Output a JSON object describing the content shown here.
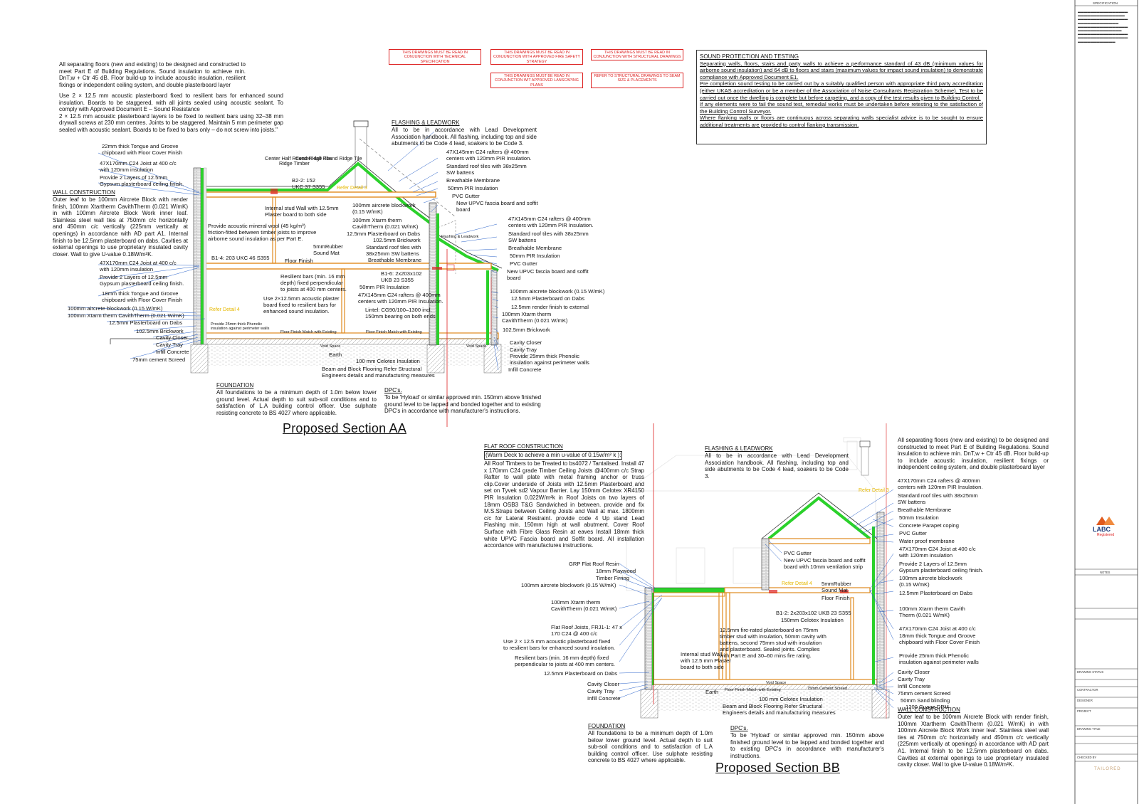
{
  "section_aa": {
    "title": "Proposed Section AA",
    "intro_1": "All separating floors (new and existing) to be designed and constructed to meet Part E of Building Regulations. Sound insulation to achieve min. DnT,w + Ctr 45 dB. Floor build-up to include acoustic insulation, resilient fixings or independent ceiling system, and double plasterboard layer",
    "intro_2": "Use 2 × 12.5 mm acoustic plasterboard fixed to resilient bars for enhanced sound insulation. Boards to be staggered, with all joints sealed using acoustic sealant. To comply with Approved Document E – Sound Resistance\n2 × 12.5 mm acoustic plasterboard layers to be fixed to resilient bars using 32–38 mm drywall screws at 230 mm centres. Joints to be staggered. Maintain 5 mm perimeter gap sealed with acoustic sealant. Boards to be fixed to bars only – do not screw into joists.\"",
    "wall_construction_title": "WALL CONSTRUCTION",
    "wall_construction_text": "Outer leaf to be 100mm Aircrete Block with render finish, 100mm Xtartherm CavithTherm (0.021 W/mK) in with 100mm Aircrete Block Work inner leaf. Stainless steel wall ties at 750mm c/c horizontally and 450mm c/c vertically (225mm vertically at openings) in accordance with AD part A1. Internal finish to be 12.5mm plasterboard on dabs. Cavities at external openings to use proprietary insulated cavity closer. Wall to give U-value 0.18W/m²K.",
    "flashing_title": "FLASHING & LEADWORK",
    "flashing_text": "All to be in accordance with Lead Development Association handbook. All flashing, including top and side abutments to be Code 4 lead, soakers to be Code 3.",
    "foundation_title": "FOUNDATION",
    "foundation_text": "All foundations to be a minimum depth of 1.0m below lower ground level. Actual depth to suit sub-soil conditions and to satisfaction of L.A building control officer. Use sulphate resisting concrete to BS 4027 where applicable.",
    "dpc_title": "DPC's.",
    "dpc_text": "To be 'Hyload' or similar approved min. 150mm above finished ground level to be lapped and bonded together and to existing DPC's in accordance with manufacturer's instructions.",
    "refer_detail_3": "Refer Detail 3",
    "refer_detail_4": "Refer Detail 4",
    "labels_left": [
      "Center Half Round Ridge Tile",
      "22mm thick Tongue and Groove\nchipboard with Floor Cover Finish",
      "Center Half Round Ridge Tile",
      "Ridge Timber",
      "47X170mm C24 Joist at 400 c/c\nwith 120mm insulation",
      "Provide 2 Layers of 12.5mm\nGypsum plasterboard ceiling finish.",
      "47X170mm C24 Joist at 400 c/c\nwith 120mm insulation",
      "Provide 2 Layers of 12.5mm\nGypsum plasterboard ceiling finish.",
      "18mm thick Tongue and Groove\nchipboard with Floor Cover Finish",
      "100mm aircrete blockwork (0.15 W/mK)",
      "100mm Xtarm therm CavithTherm (0.021 W/mK)",
      "12.5mm Plasterboard on Dabs",
      "102.5mm Brickwork",
      "Cavity Closer",
      "Cavity Tray",
      "Infill Concrete",
      "75mm cement Screed"
    ],
    "labels_mid": [
      "B2-2: 152\nUKC 37 S355",
      "Internal stud Wall with 12.5mm\nPlaster board to both side",
      "Provide acoustic mineral wool (45 kg/m³)\nfriction-fitted between timber joists to improve\nairborne sound insulation as per Part E.",
      "B1-4: 203 UKC 46 S355",
      "5mmRubber\nSound Mat",
      "Floor Finish",
      "Resilient bars (min. 16 mm\ndepth) fixed perpendicular\nto joists at 400 mm centers.",
      "Use 2×12.5mm acoustic plaster\nboard fixed to resilient bars for\nenhanced sound insulation.",
      "Provide 25mm thick Phenolic\ninsulation against perimeter walls",
      "Floor Finish Match with Existing",
      "Floor Finish Match with Existing",
      "Void Space",
      "Void Space",
      "Earth",
      "100 mm Celotex Insulation",
      "Beam and Block Flooring Refer Structural\nEngineers details and manufacturing measures",
      "100mm aircrete blockwork\n(0.15 W/mK)",
      "100mm Xtarm therm\nCavithTherm (0.021 W/mK)",
      "12.5mm Plasterboard on Dabs",
      "102.5mm Brickwork",
      "Standard roof tiles with\n38x25mm SW battens",
      "Breathable Membrane",
      "B1-6: 2x203x102\nUKB 23 S355",
      "50mm PIR Insulation",
      "47X145mm C24 rafters @ 400mm\ncenters with 120mm PIR Insulation.",
      "Lintel: CG90/100–1300 incl.\n150mm bearing on both ends",
      "Flashing & Leadwork"
    ],
    "labels_right": [
      "47X145mm C24 rafters @ 400mm\ncenters with 120mm PIR Insulation.",
      "Standard roof tiles with 38x25mm\nSW battens",
      "Breathable Membrane",
      "50mm PIR Insulation",
      "PVC Gutter",
      "New UPVC fascia board and soffit\nboard",
      "47X145mm C24 rafters @ 400mm\ncenters with 120mm PIR Insulation.",
      "Standard roof tiles with 38x25mm\nSW battens",
      "Breathable Membrane",
      "50mm PIR Insulation",
      "PVC Gutter",
      "New UPVC fascia board and soffit\nboard",
      "100mm aircrete blockwork (0.15 W/mK)",
      "12.5mm Plasterboard on Dabs",
      "12.5mm render finish to external",
      "100mm Xtarm therm\nCavithTherm (0.021 W/mK)",
      "102.5mm Brickwork",
      "Cavity Closer",
      "Cavity Tray",
      "Provide 25mm thick Phenolic\ninsulation against perimeter walls",
      "Infill Concrete"
    ]
  },
  "red_notes": [
    "THIS DRAWINGS MUST BE READ IN\nCONJUNCTION WITH TECHNICAL\nSPECIFICATION",
    "THIS DRAWINGS MUST BE READ IN\nCONJUNCTION WITH APPROVED FIRE SAFETY\nSTRATEGY",
    "THIS DRAWINGS MUST BE READ IN\nCONJUNCTION WITH STRUCTURAL DRAWINGS",
    "THIS DRAWINGS MUST BE READ IN\nCONJUNCTION WIT APPROVED LANSCAPING\nPLANS",
    "REFER TO STRUCTURAL DRAWINGS TO SEAM\nSIZE & PLACEMENTS"
  ],
  "sound_protection": {
    "title": "SOUND PROTECTION AND TESTING",
    "text": "Separating walls, floors, stairs and party walls to achieve a performance standard of 43 dB (minimum values for airborne sound insulation) and 64 dB to floors and stairs (maximum values for impact sound insulation) to demonstrate compliance with Approved Document E1.\nPre completion sound testing to be carried out by a suitably qualified person with appropriate third party accreditation (either UKAS accreditation or be a member of the Association of Noise Consultants Registration Scheme). Test to be carried out once the dwelling is complete but before carpeting, and a copy of the test results given to Building Control.\nIf any elements were to fail the sound test, remedial works must be undertaken before retesting to the satisfaction of the Building Control Surveyor.\nWhere flanking walls or floors are continuous across separating walls specialist advice is to be sought to ensure additional treatments are provided to control flanking transmission."
  },
  "section_bb": {
    "title": "Proposed Section BB",
    "flat_roof_title": "FLAT ROOF CONSTRUCTION",
    "flat_roof_subtitle": "(Warm Deck to achieve a min u-value of 0.15w/m² k ):",
    "flat_roof_text": "All Roof Timbers to be Treated to bs4072 / Tantalised. Install 47 x 170mm C24 grade Timber Ceiling Joists @400mm c/c Strap Rafter to wall plate with metal framing anchor or truss clip.Cover underside of Joists with 12.5mm Plasterboard and set on Tyvek sd2 Vapour Barrier. Lay 150mm Celotex XR4150 PIR Insulation 0.022W/m²k in Roof Joists on two layers of 18mm OSB3 T&G Sandwiched in between. provide and fix M.S.Straps between Ceiling Joists and Wall at max. 1800mm c/c for Lateral Restraint. provide code 4 Up stand Lead Flashing min. 150mm high at wall abutment. Cover Roof Surface with Fibre Glass Resin at eaves Install 18mm thick white UPVC Fascia board and Soffit board. All installation accordance with manufactures instructions.",
    "flashing_title": "FLASHING & LEADWORK",
    "flashing_text": "All to be in accordance with Lead Development Association handbook. All flashing, including top and side abutments to be Code 4 lead, soakers to be Code 3.",
    "separating_floors_text": "All separating floors (new and existing) to be designed and constructed to meet Part E of Building Regulations. Sound insulation to achieve min. DnT,w + Ctr 45 dB. Floor build-up to include acoustic insulation, resilient fixings or independent ceiling system, and double plasterboard layer",
    "foundation_title": "FOUNDATION",
    "foundation_text": "All foundations to be a minimum depth of 1.0m below lower ground level. Actual depth to suit sub-soil conditions and to satisfaction of L.A building control officer. Use sulphate resisting concrete to BS 4027 where applicable.",
    "dpc_title": "DPC's.",
    "dpc_text": "To be 'Hyload' or similar approved min. 150mm above finished ground level to be lapped and bonded together and to existing DPC's in accordance with manufacturer's instructions.",
    "wall_construction_title": "WALL CONSTRUCTION",
    "wall_construction_text": "Outer leaf to be 100mm Aircrete Block with render finish, 100mm Xtartherm CavithTherm (0.021 W/mK) in with 100mm Aircrete Block Work inner leaf. Stainless steel wall ties at 750mm c/c horizontally and 450mm c/c vertically (225mm vertically at openings) in accordance with AD part A1. Internal finish to be 12.5mm plasterboard on dabs. Cavities at external openings to use proprietary insulated cavity closer. Wall to give U-value 0.18W/m²K.",
    "refer_detail_3": "Refer Detail 3",
    "refer_detail_4": "Refer Detail 4",
    "labels_left": [
      "GRP Flat Roof Resin",
      "18mm Playwood",
      "Timber Firring",
      "100mm aircrete blockwork (0.15 W/mK)",
      "100mm Xtarm therm\nCavithTherm (0.021 W/mK)",
      "Flat Roof Joists, FRJ1-1: 47 x\n170 C24 @ 400 c/c",
      "Use 2 × 12.5 mm acoustic plasterboard fixed\nto resilient bars for enhanced sound insulation.",
      "Resilient bars (min. 16 mm depth) fixed\nperpendicular to joists at 400 mm centers.",
      "12.5mm Plasterboard on Dabs",
      "Cavity Closer",
      "Cavity Tray",
      "Infill Concrete"
    ],
    "labels_mid": [
      "PVC Gutter",
      "New UPVC fascia board and soffit\nboard with 10mm ventilation strip",
      "5mmRubber\nSound Mat",
      "Floor Finish",
      "B1-2: 2x203x102 UKB 23 S355",
      "150mm Celotex Insulation",
      "12.5mm fire-rated plasterboard on 75mm\ntimber stud with insulation, 50mm cavity with\nbattens, second 75mm stud with insulation\nand plasterboard. Sealed joints. Complies\nwith Part E and 30–60 mins fire rating.",
      "Internal stud Wall\nwith 12.5 mm Plaster\nboard to both side",
      "Floor Finish Match with Existing",
      "75mm Cement Screed",
      "Void Space",
      "Earth",
      "100 mm Celotex Insulation",
      "Beam and Block Flooring Refer Structural\nEngineers details and manufacturing measures"
    ],
    "labels_right": [
      "47X170mm C24 rafters @ 400mm\ncenters with 120mm PIR Insulation.",
      "Standard roof tiles with 38x25mm\nSW battens",
      "Breathable Membrane",
      "50mm Insulation",
      "Concrete Parapet coping",
      "PVC Gutter",
      "Water proof membrane",
      "47X170mm C24 Joist at 400 c/c\nwith 120mm insulation",
      "Provide 2 Layers of 12.5mm\nGypsum plasterboard ceiling finish.",
      "100mm aircrete blockwork\n(0.15 W/mK)",
      "12.5mm Plasterboard on Dabs",
      "100mm Xtarm therm Cavith\nTherm (0.021 W/mK)",
      "47X170mm C24 Joist at 400 c/c",
      "18mm thick Tongue and Groove\nchipboard with Floor Cover Finish",
      "Provide 25mm thick Phenolic\ninsulation against perimeter walls",
      "Cavity Closer",
      "Cavity Tray",
      "Infill Concrete",
      "75mm cement Screed",
      "50mm Sand blinding",
      "1200 Guage DPM"
    ]
  },
  "title_block": {
    "specification": "SPECIFICATION",
    "logo_text": "LABC",
    "logo_sub": "Registered",
    "notes_label": "NOTES",
    "drawing_status": "DRAWING STATUS",
    "contractor": "CONTRACTOR",
    "designer": "DESIGNER",
    "project": "PROJECT",
    "drawing_title": "DRAWING TITLE",
    "checked_by": "CHECKED BY",
    "brand": "TAILORED"
  },
  "colors": {
    "accent_red": "#d22222",
    "label_blue": "#2a62c9",
    "insulation_green": "#2bd12b",
    "joist_orange": "#e08a1e",
    "refer_yellow": "#e6b800"
  }
}
